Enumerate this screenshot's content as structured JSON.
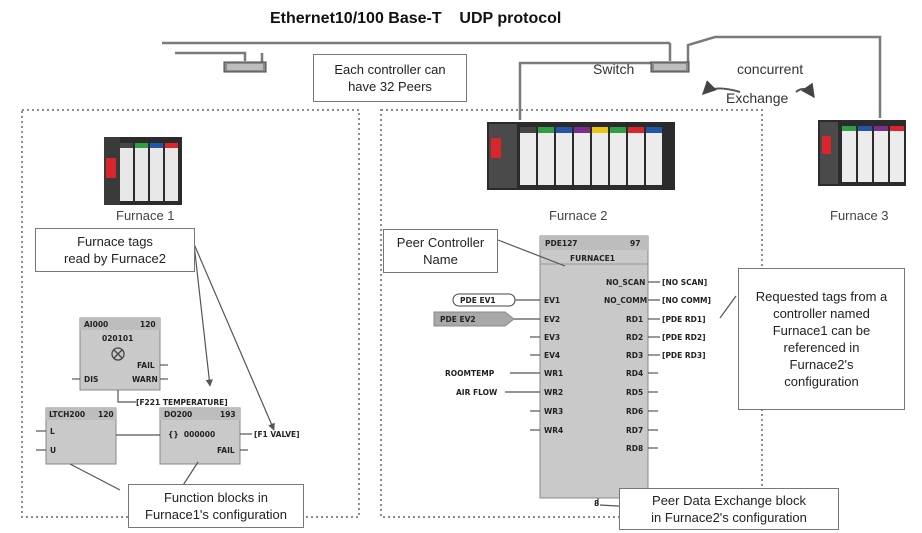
{
  "title": "Ethernet10/100 Base-T    UDP protocol",
  "switch_label": "Switch",
  "concurrent_label": "concurrent",
  "exchange_label": "Exchange",
  "peers_note": [
    "Each controller can",
    "have 32 Peers"
  ],
  "furnaces": [
    "Furnace 1",
    "Furnace 2",
    "Furnace 3"
  ],
  "callouts": {
    "furnace_tags": [
      "Furnace tags",
      "read by Furnace2"
    ],
    "peer_controller": [
      "Peer Controller",
      "Name"
    ],
    "requested_tags": [
      "Requested tags from a",
      "controller named",
      "Furnace1 can be",
      "referenced in",
      "Furnace2's",
      "configuration"
    ],
    "function_blocks": [
      "Function blocks in",
      "Furnace1's configuration"
    ],
    "peer_block": [
      "Peer Data Exchange block",
      "in Furnace2's configuration"
    ]
  },
  "ai_block": {
    "name": "AI000",
    "num": "120",
    "value": "020101",
    "fail": "FAIL",
    "dis": "DIS",
    "warn": "WARN",
    "output_tag": "F221 TEMPERATURE"
  },
  "latch_block": {
    "name": "LTCH200",
    "num": "120",
    "l": "L",
    "u": "U"
  },
  "do_block": {
    "name": "DO200",
    "num": "193",
    "value": "{}  000000",
    "fail": "FAIL",
    "output_tag": "F1 VALVE"
  },
  "pde_block": {
    "name": "PDE127",
    "num": "97",
    "controller": "FURNACE1",
    "left_pins": [
      "EV1",
      "EV2",
      "EV3",
      "EV4",
      "WR1",
      "WR2",
      "WR3",
      "WR4"
    ],
    "right_pins": [
      "NO_SCAN",
      "NO_COMM",
      "RD1",
      "RD2",
      "RD3",
      "RD4",
      "RD5",
      "RD6",
      "RD7",
      "RD8"
    ],
    "right_tags": [
      "NO SCAN",
      "NO COMM",
      "PDE RD1",
      "PDE RD2",
      "PDE RD3"
    ],
    "input_tags": [
      "PDE EV1",
      "PDE EV2"
    ],
    "write_inputs": [
      "ROOMTEMP",
      "AIR FLOW"
    ],
    "bottom_num": "8"
  },
  "colors": {
    "module_red": "#d8262c",
    "module_green": "#2f9e44",
    "module_blue": "#2456a8",
    "module_purple": "#7a2e8e",
    "module_yellow": "#e6c51a",
    "block_gray": "#c9c9c9",
    "tag_gray": "#a8a8a8"
  }
}
